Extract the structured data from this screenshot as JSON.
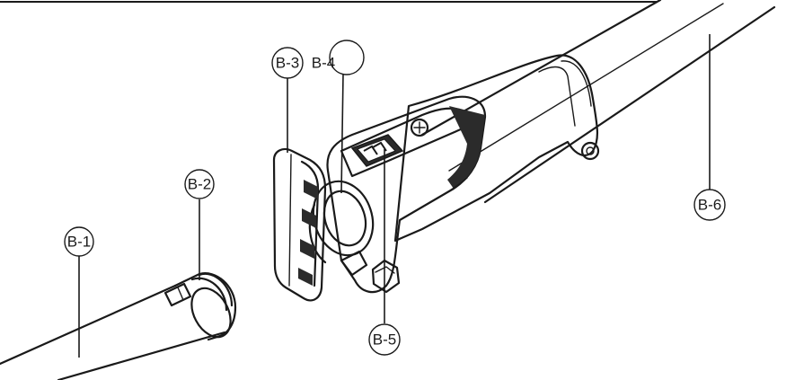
{
  "callouts": {
    "b1": "B-1",
    "b2": "B-2",
    "b3": "B-3",
    "b4": "B-4",
    "b5": "B-5",
    "b6": "B-6"
  },
  "colors": {
    "line": "#1a1a1a",
    "dark_fill": "#2b2b2b",
    "background": "#ffffff"
  }
}
